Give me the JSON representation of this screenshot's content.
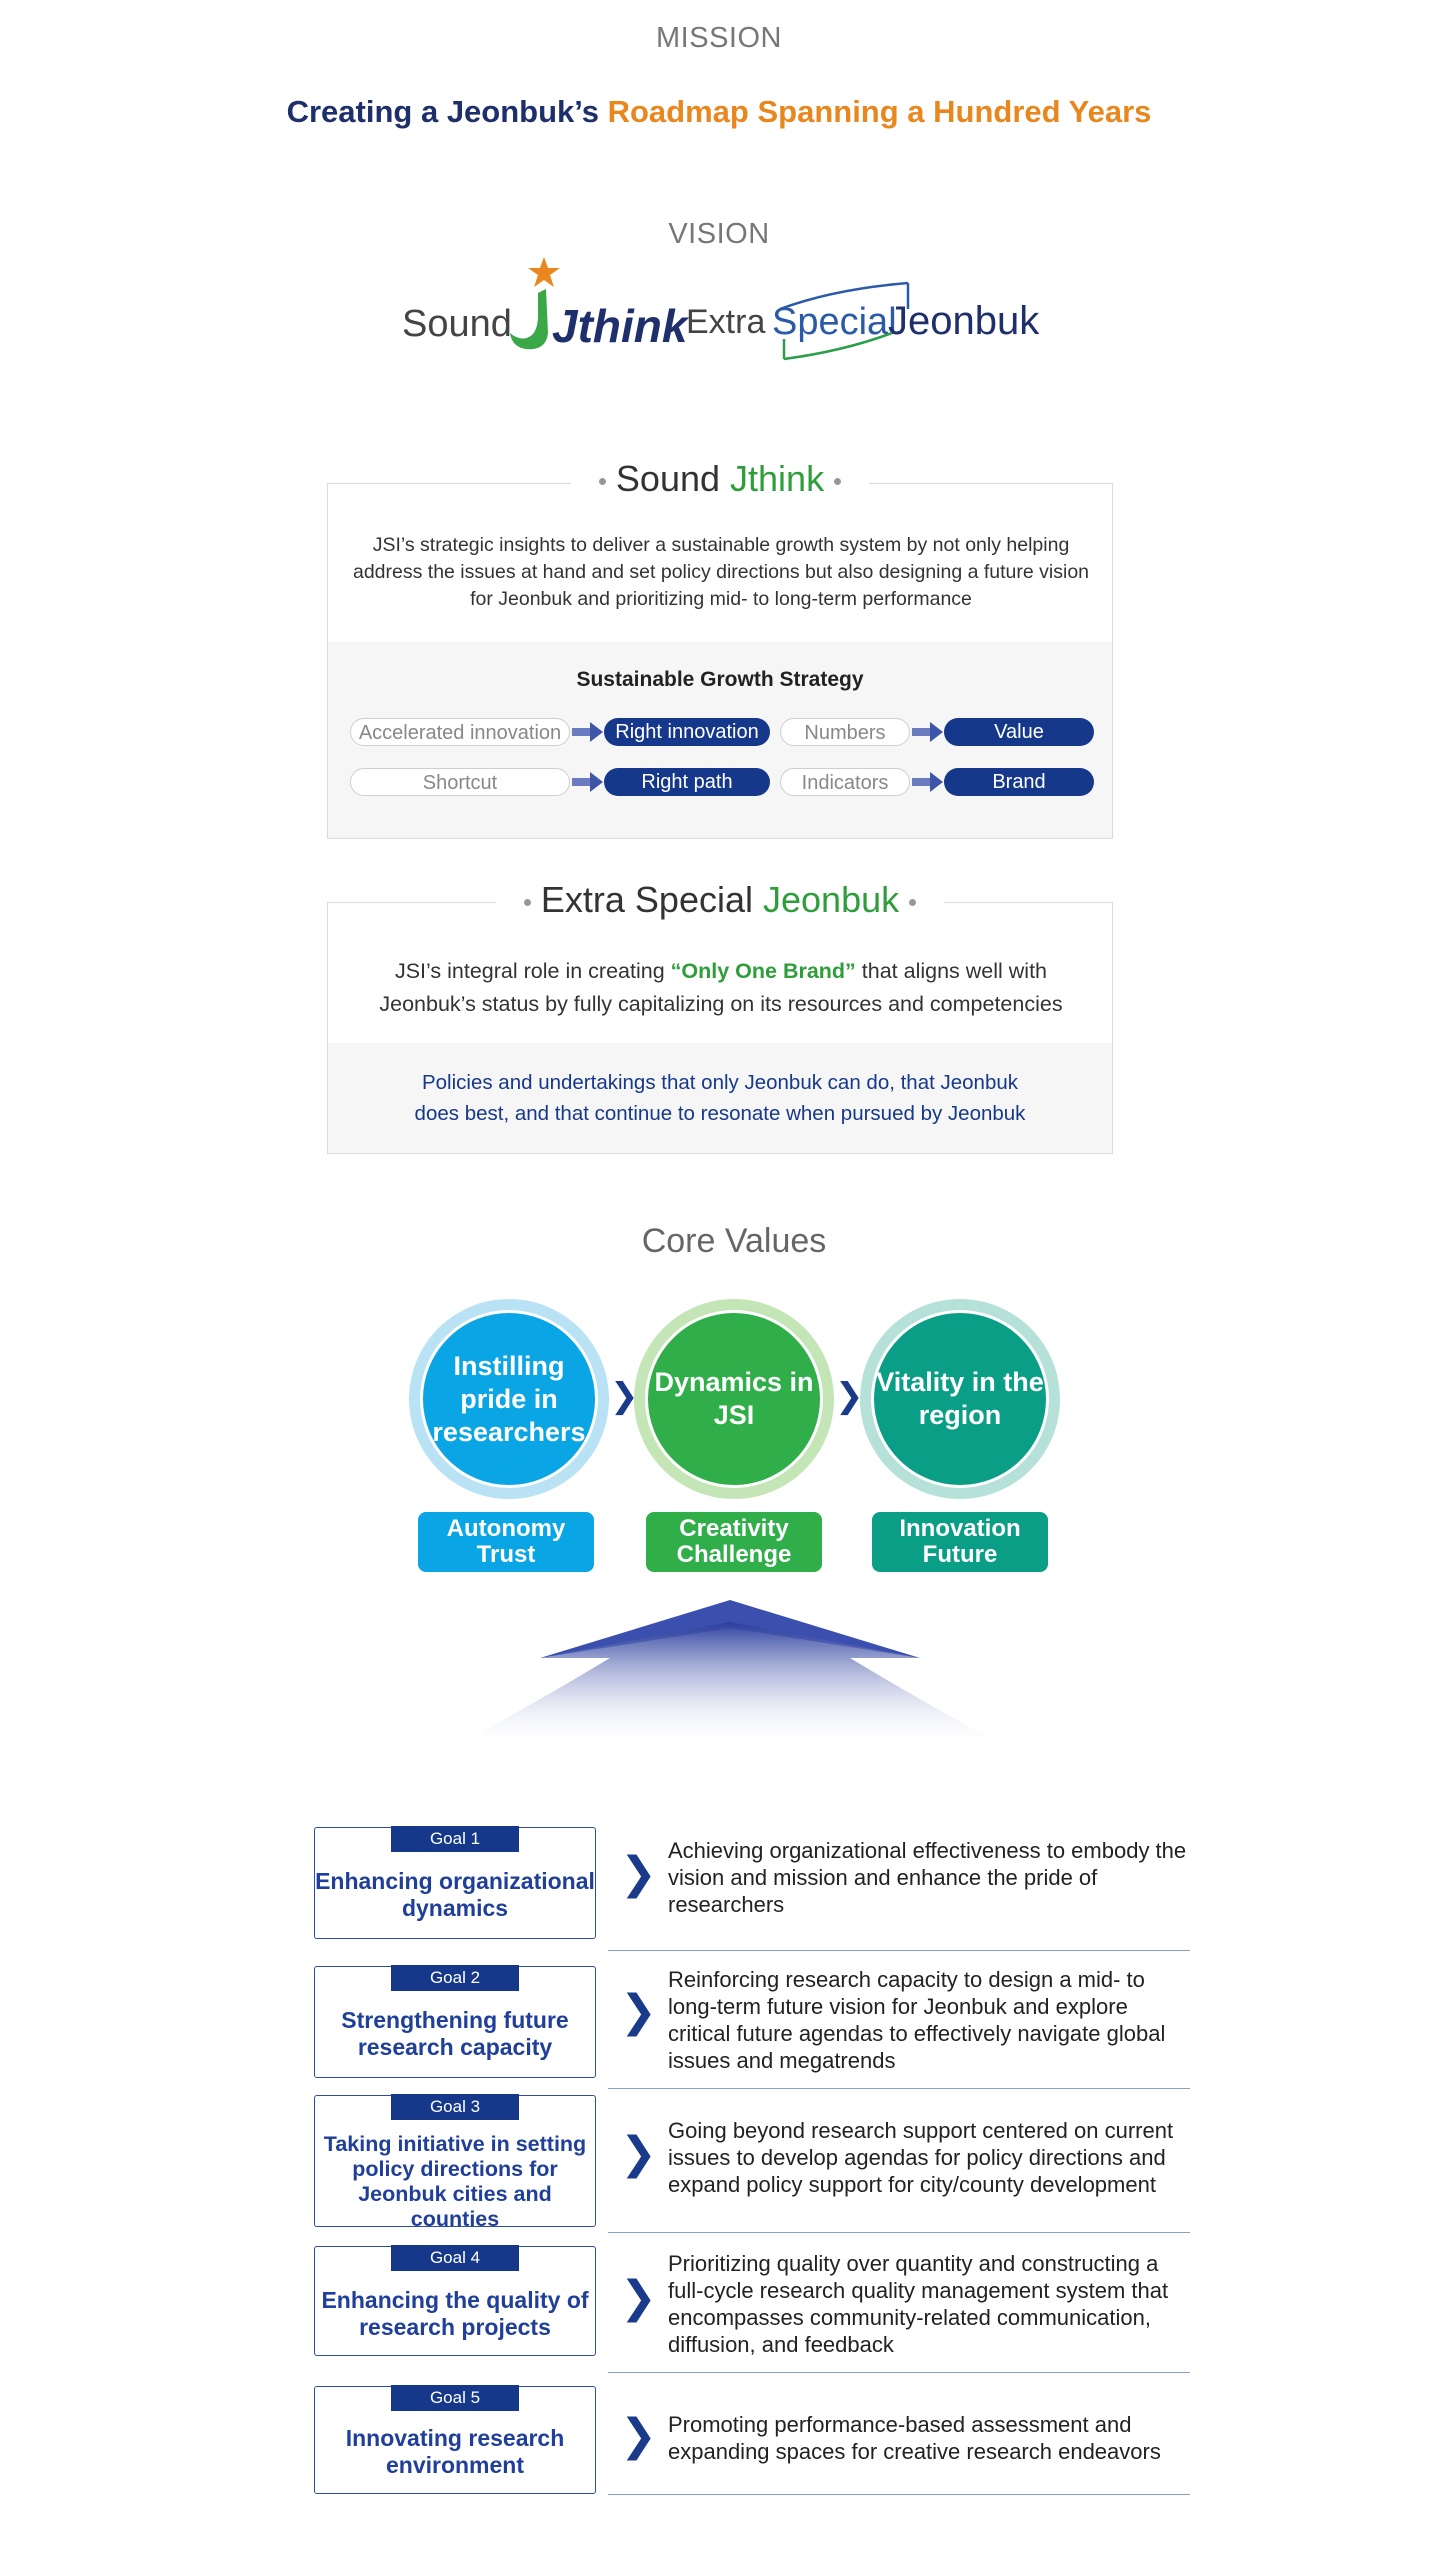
{
  "mission": {
    "label": "MISSION",
    "statement_part1": "Creating a Jeonbuk’s ",
    "statement_part2": "Roadmap Spanning a Hundred Years"
  },
  "vision": {
    "label": "VISION",
    "logo_sound": "Sound",
    "logo_jthink": "Jthink",
    "logo_extra": "Extra",
    "logo_special": "Special",
    "logo_jeonbuk": "Jeonbuk"
  },
  "sound_jthink": {
    "title_part1": "Sound ",
    "title_part2": "Jthink",
    "description": "JSI’s strategic insights to deliver a sustainable growth system by not only helping address the issues at hand and set policy directions but also designing a future vision for Jeonbuk and prioritizing mid- to long-term performance",
    "strategy_title": "Sustainable Growth Strategy",
    "rows": [
      {
        "from1": "Accelerated innovation",
        "to1": "Right innovation",
        "from2": "Numbers",
        "to2": "Value"
      },
      {
        "from1": "Shortcut",
        "to1": "Right path",
        "from2": "Indicators",
        "to2": "Brand"
      }
    ]
  },
  "extra_special": {
    "title_part1": "Extra Special ",
    "title_part2": "Jeonbuk",
    "desc_part1": "JSI’s integral role in creating ",
    "desc_highlight": "“Only One Brand”",
    "desc_part2": " that aligns well with",
    "desc_line2": "Jeonbuk’s status by fully capitalizing on its resources and competencies",
    "band_line1": "Policies and undertakings that only Jeonbuk can do, that Jeonbuk",
    "band_line2": "does best, and that continue to resonate when pursued by Jeonbuk"
  },
  "core_values": {
    "title": "Core Values",
    "items": [
      {
        "circle": "Instilling pride in researchers",
        "tag1": "Autonomy",
        "tag2": "Trust"
      },
      {
        "circle": "Dynamics in JSI",
        "tag1": "Creativity",
        "tag2": "Challenge"
      },
      {
        "circle": "Vitality in the region",
        "tag1": "Innovation",
        "tag2": "Future"
      }
    ],
    "colors": {
      "blue": "#0aa5e4",
      "green": "#2fae49",
      "teal": "#0a9e86",
      "navy": "#16388a"
    }
  },
  "goals": [
    {
      "badge": "Goal 1",
      "title": "Enhancing organizational dynamics",
      "desc": "Achieving organizational effectiveness to embody the vision and mission and enhance the pride of researchers"
    },
    {
      "badge": "Goal 2",
      "title": "Strengthening future research capacity",
      "desc": "Reinforcing research capacity to design a mid- to long-term future vision for Jeonbuk and explore critical future agendas to effectively navigate global issues and megatrends"
    },
    {
      "badge": "Goal 3",
      "title": "Taking initiative in setting policy directions for Jeonbuk cities and counties",
      "desc": "Going beyond research support centered on current issues to develop agendas for policy directions and expand policy support for city/county development"
    },
    {
      "badge": "Goal 4",
      "title": "Enhancing the quality of research projects",
      "desc": "Prioritizing quality over quantity and constructing a full-cycle research quality management system that encompasses community-related communication, diffusion, and feedback"
    },
    {
      "badge": "Goal 5",
      "title": "Innovating research environment",
      "desc": "Promoting performance-based assessment and expanding spaces for creative research endeavors"
    }
  ]
}
